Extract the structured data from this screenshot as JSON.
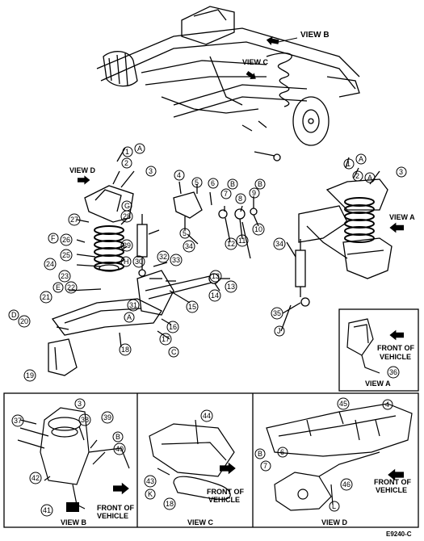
{
  "figure_code": "E9240-C",
  "overview": {
    "view_b_label": "VIEW B",
    "view_c_label": "VIEW C"
  },
  "main": {
    "view_d_label": "VIEW D",
    "view_a_label": "VIEW A",
    "callouts": {
      "n1": "1",
      "n2": "2",
      "n3": "3",
      "n4": "4",
      "n5": "5",
      "n5b": "5",
      "n6": "6",
      "n7": "7",
      "n8": "8",
      "n9": "9",
      "n10": "10",
      "n11": "11",
      "n12": "12",
      "n13": "13",
      "n14": "14",
      "n15": "15",
      "n16": "16",
      "n17": "17",
      "n18": "18",
      "n19": "19",
      "n20": "20",
      "n21": "21",
      "n22": "22",
      "n23": "23",
      "n24": "24",
      "n25": "25",
      "n26": "26",
      "n27": "27",
      "n28": "28",
      "n29": "29",
      "n30": "30",
      "n31": "31",
      "n32": "32",
      "n33": "33",
      "n34": "34",
      "r1": "1",
      "r2": "2",
      "r3": "3",
      "r34": "34",
      "r35": "35"
    },
    "letters": {
      "A1": "A",
      "B1": "B",
      "B2": "B",
      "G": "G",
      "F": "F",
      "H": "H",
      "E": "E",
      "D": "D",
      "A2": "A",
      "C": "C",
      "rA1": "A",
      "rA2": "A",
      "J": "J"
    }
  },
  "view_a": {
    "title": "VIEW A",
    "front_line1": "FRONT OF",
    "front_line2": "VEHICLE",
    "n36": "36"
  },
  "view_b": {
    "title": "VIEW B",
    "n3": "3",
    "n37": "37",
    "n38": "38",
    "n39": "39",
    "n40": "40",
    "n41": "41",
    "n42": "42",
    "B": "B",
    "front_line1": "FRONT OF",
    "front_line2": "VEHICLE"
  },
  "view_c": {
    "title": "VIEW C",
    "n44": "44",
    "n43": "43",
    "n18": "18",
    "K": "K",
    "front_line1": "FRONT OF",
    "front_line2": "VEHICLE"
  },
  "view_d": {
    "title": "VIEW D",
    "n45": "45",
    "n4": "4",
    "n6": "6",
    "n7": "7",
    "n46": "46",
    "B": "B",
    "L": "L",
    "front_line1": "FRONT OF",
    "front_line2": "VEHICLE"
  }
}
